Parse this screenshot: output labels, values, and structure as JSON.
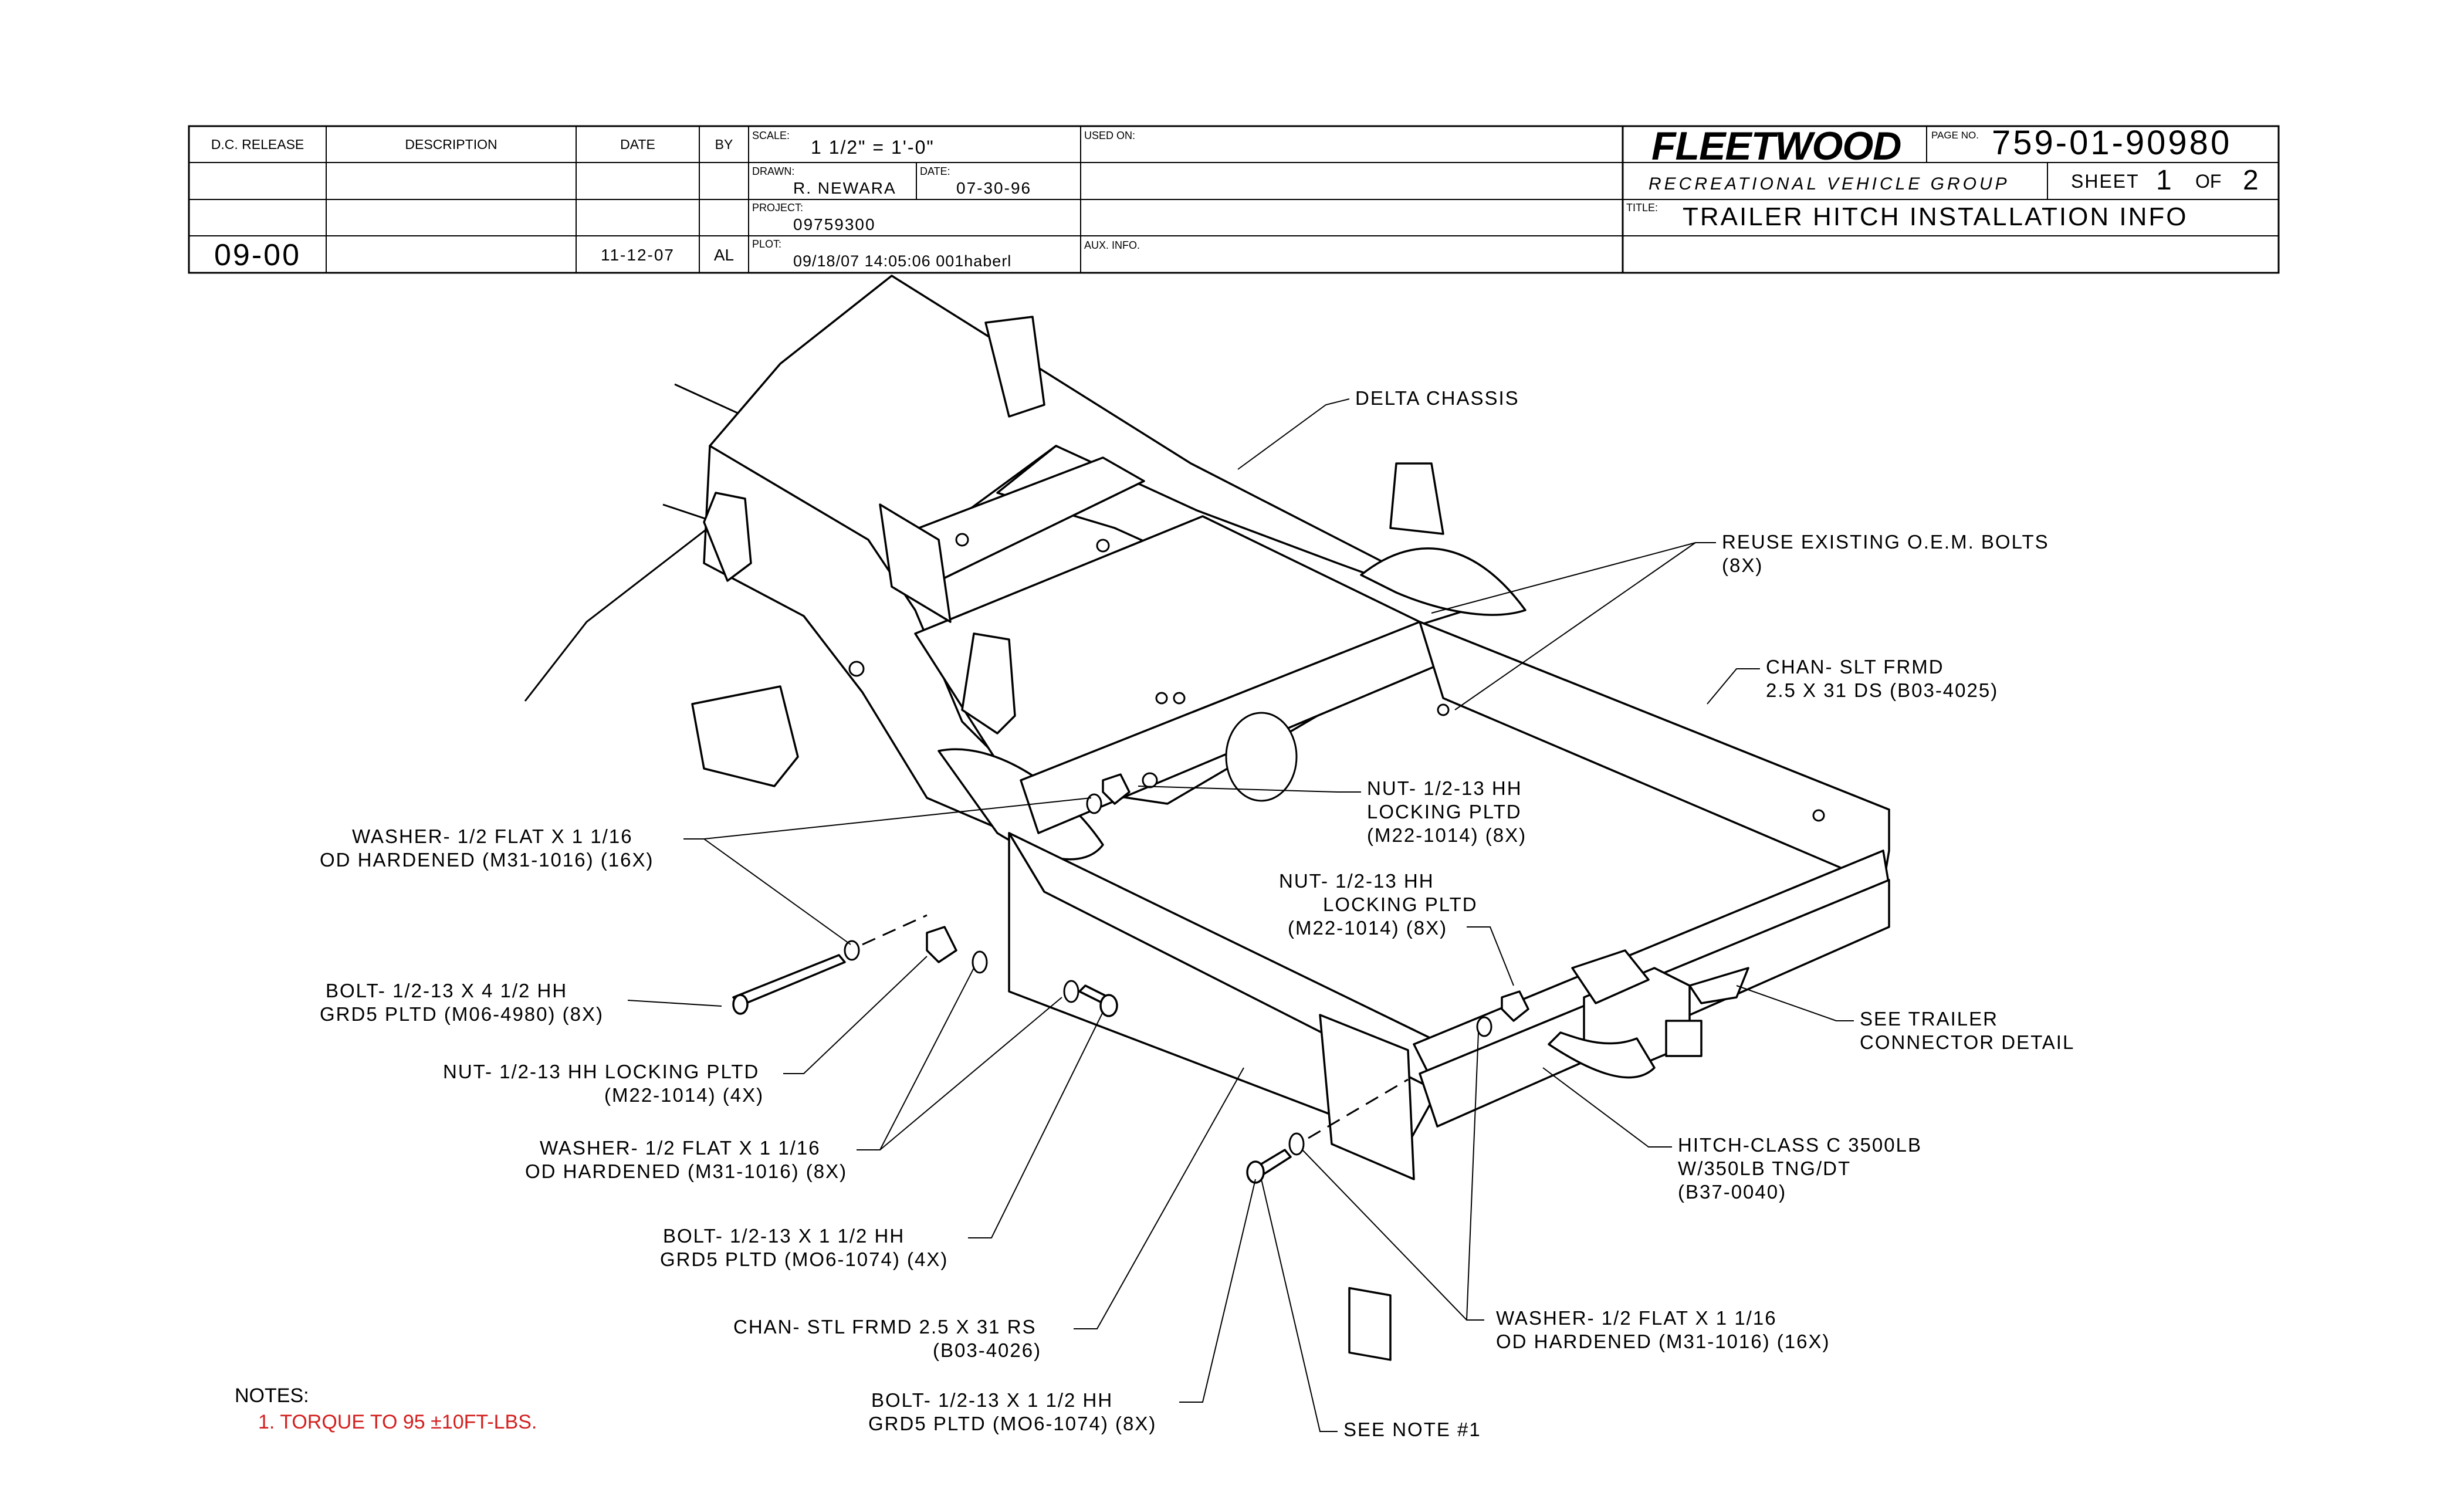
{
  "title_block": {
    "col_dc_release": "D.C. RELEASE",
    "col_description": "DESCRIPTION",
    "col_date": "DATE",
    "col_by": "BY",
    "scale_label": "SCALE:",
    "scale_value": "1 1/2\" = 1'-0\"",
    "used_on_label": "USED ON:",
    "drawn_label": "DRAWN:",
    "drawn_value": "R. NEWARA",
    "date_label": "DATE:",
    "date_value": "07-30-96",
    "project_label": "PROJECT:",
    "project_value": "09759300",
    "plot_label": "PLOT:",
    "plot_value": "09/18/07 14:05:06 001haberl",
    "aux_label": "AUX. INFO.",
    "revision": "09-00",
    "revision_date": "11-12-07",
    "revision_by": "AL",
    "logo": "FLEETWOOD",
    "group": "RECREATIONAL VEHICLE GROUP",
    "page_no_label": "PAGE NO.",
    "page_no": "759-01-90980",
    "sheet_label": "SHEET",
    "sheet_num": "1",
    "sheet_of": "OF",
    "sheet_total": "2",
    "title_label": "TITLE:",
    "title": "TRAILER HITCH INSTALLATION INFO"
  },
  "callouts": {
    "delta_chassis": "DELTA CHASSIS",
    "reuse_bolts_1": "REUSE EXISTING O.E.M. BOLTS",
    "reuse_bolts_2": "(8X)",
    "chan_slt_1": "CHAN- SLT FRMD",
    "chan_slt_2": "2.5 X 31 DS (B03-4025)",
    "nut_a_1": "NUT- 1/2-13 HH",
    "nut_a_2": "LOCKING PLTD",
    "nut_a_3": "(M22-1014) (8X)",
    "nut_b_1": "NUT- 1/2-13 HH",
    "nut_b_2": "LOCKING PLTD",
    "nut_b_3": "(M22-1014) (8X)",
    "washer_a_1": "WASHER- 1/2 FLAT X 1 1/16",
    "washer_a_2": "OD HARDENED (M31-1016) (16X)",
    "bolt_a_1": "BOLT- 1/2-13 X 4 1/2 HH",
    "bolt_a_2": "GRD5 PLTD (M06-4980) (8X)",
    "nut_c_1": "NUT- 1/2-13 HH LOCKING PLTD",
    "nut_c_2": "(M22-1014) (4X)",
    "washer_b_1": "WASHER- 1/2 FLAT X 1 1/16",
    "washer_b_2": "OD HARDENED (M31-1016) (8X)",
    "bolt_b_1": "BOLT- 1/2-13 X 1 1/2 HH",
    "bolt_b_2": "GRD5 PLTD (MO6-1074) (4X)",
    "chan_stl_1": "CHAN- STL FRMD 2.5 X 31 RS",
    "chan_stl_2": "(B03-4026)",
    "bolt_c_1": "BOLT- 1/2-13 X 1 1/2 HH",
    "bolt_c_2": "GRD5 PLTD (MO6-1074) (8X)",
    "see_note": "SEE NOTE #1",
    "washer_c_1": "WASHER- 1/2 FLAT X 1 1/16",
    "washer_c_2": "OD HARDENED (M31-1016)  (16X)",
    "hitch_1": "HITCH-CLASS C 3500LB",
    "hitch_2": "W/350LB TNG/DT",
    "hitch_3": "(B37-0040)",
    "trailer_conn_1": "SEE TRAILER",
    "trailer_conn_2": "CONNECTOR DETAIL"
  },
  "notes": {
    "heading": "NOTES:",
    "item_1": "1. TORQUE TO 95 ±10FT-LBS.",
    "item_color": "#d42020"
  }
}
